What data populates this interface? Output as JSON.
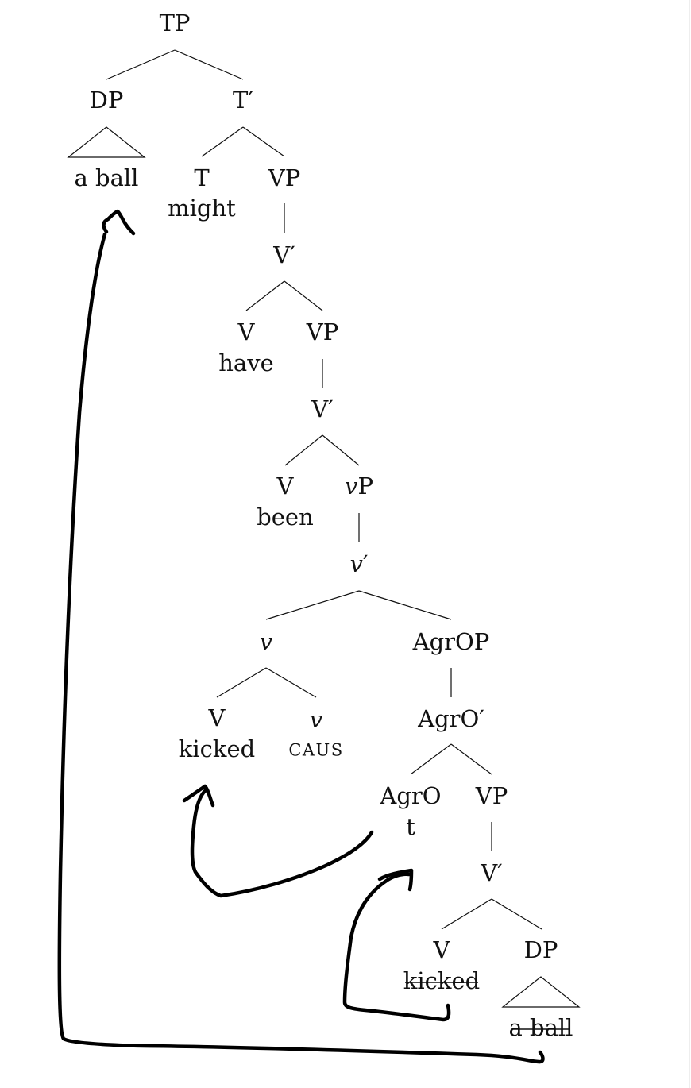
{
  "nodes": {
    "tp": "TP",
    "dp_spec": "DP",
    "dp_spec_word": "a ball",
    "tbar": "T′",
    "t": "T",
    "t_word": "might",
    "vp1": "VP",
    "vbar1": "V′",
    "v1": "V",
    "v1_word": "have",
    "vp2": "VP",
    "vbar2": "V′",
    "v2": "V",
    "v2_word": "been",
    "littlevp_v": "v",
    "littlevp_p": "P",
    "littlevbar_v": "v",
    "littlevbar_prime": "′",
    "littlev": "v",
    "agrop": "AgrOP",
    "v3": "V",
    "v3_word": "kicked",
    "littlev2": "v",
    "caus": "CAUS",
    "agrobar": "AgrO′",
    "agro": "AgrO",
    "agro_word": "t",
    "vp3": "VP",
    "vbar3": "V′",
    "v4": "V",
    "v4_word": "kicked",
    "dp_obj": "DP",
    "dp_obj_word": "a ball"
  }
}
